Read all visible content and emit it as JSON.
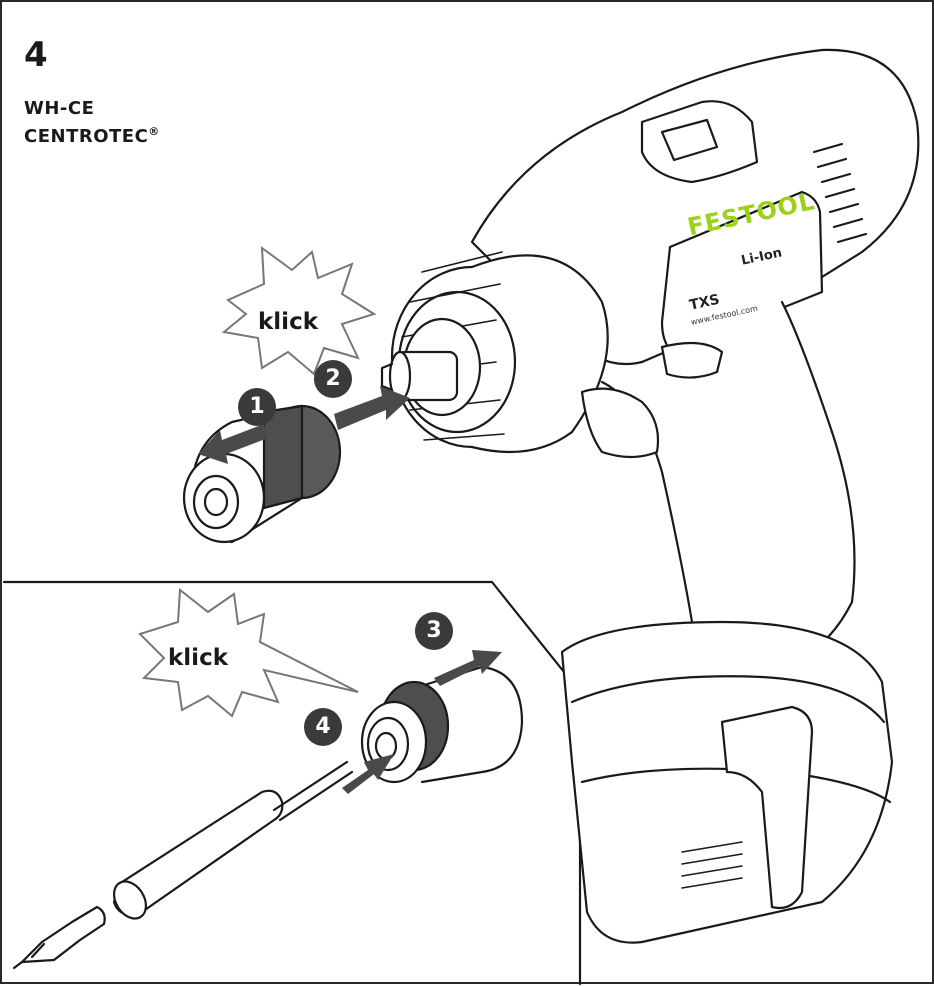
{
  "step": {
    "number": "4"
  },
  "heading": {
    "line1": "WH-CE",
    "line2": "CENTROTEC",
    "registered": "®"
  },
  "callouts": {
    "klick_top": "klick",
    "klick_bottom": "klick"
  },
  "badges": {
    "one": "1",
    "two": "2",
    "three": "3",
    "four": "4"
  },
  "drill": {
    "brand": "FESTOOL",
    "battery": "Li-Ion",
    "model": "TXS",
    "website": "www.festool.com"
  },
  "colors": {
    "brand_green": "#9cd11a",
    "badge": "#3a3a3a",
    "line": "#1a1a1a",
    "arrow": "#4a4a4a"
  }
}
